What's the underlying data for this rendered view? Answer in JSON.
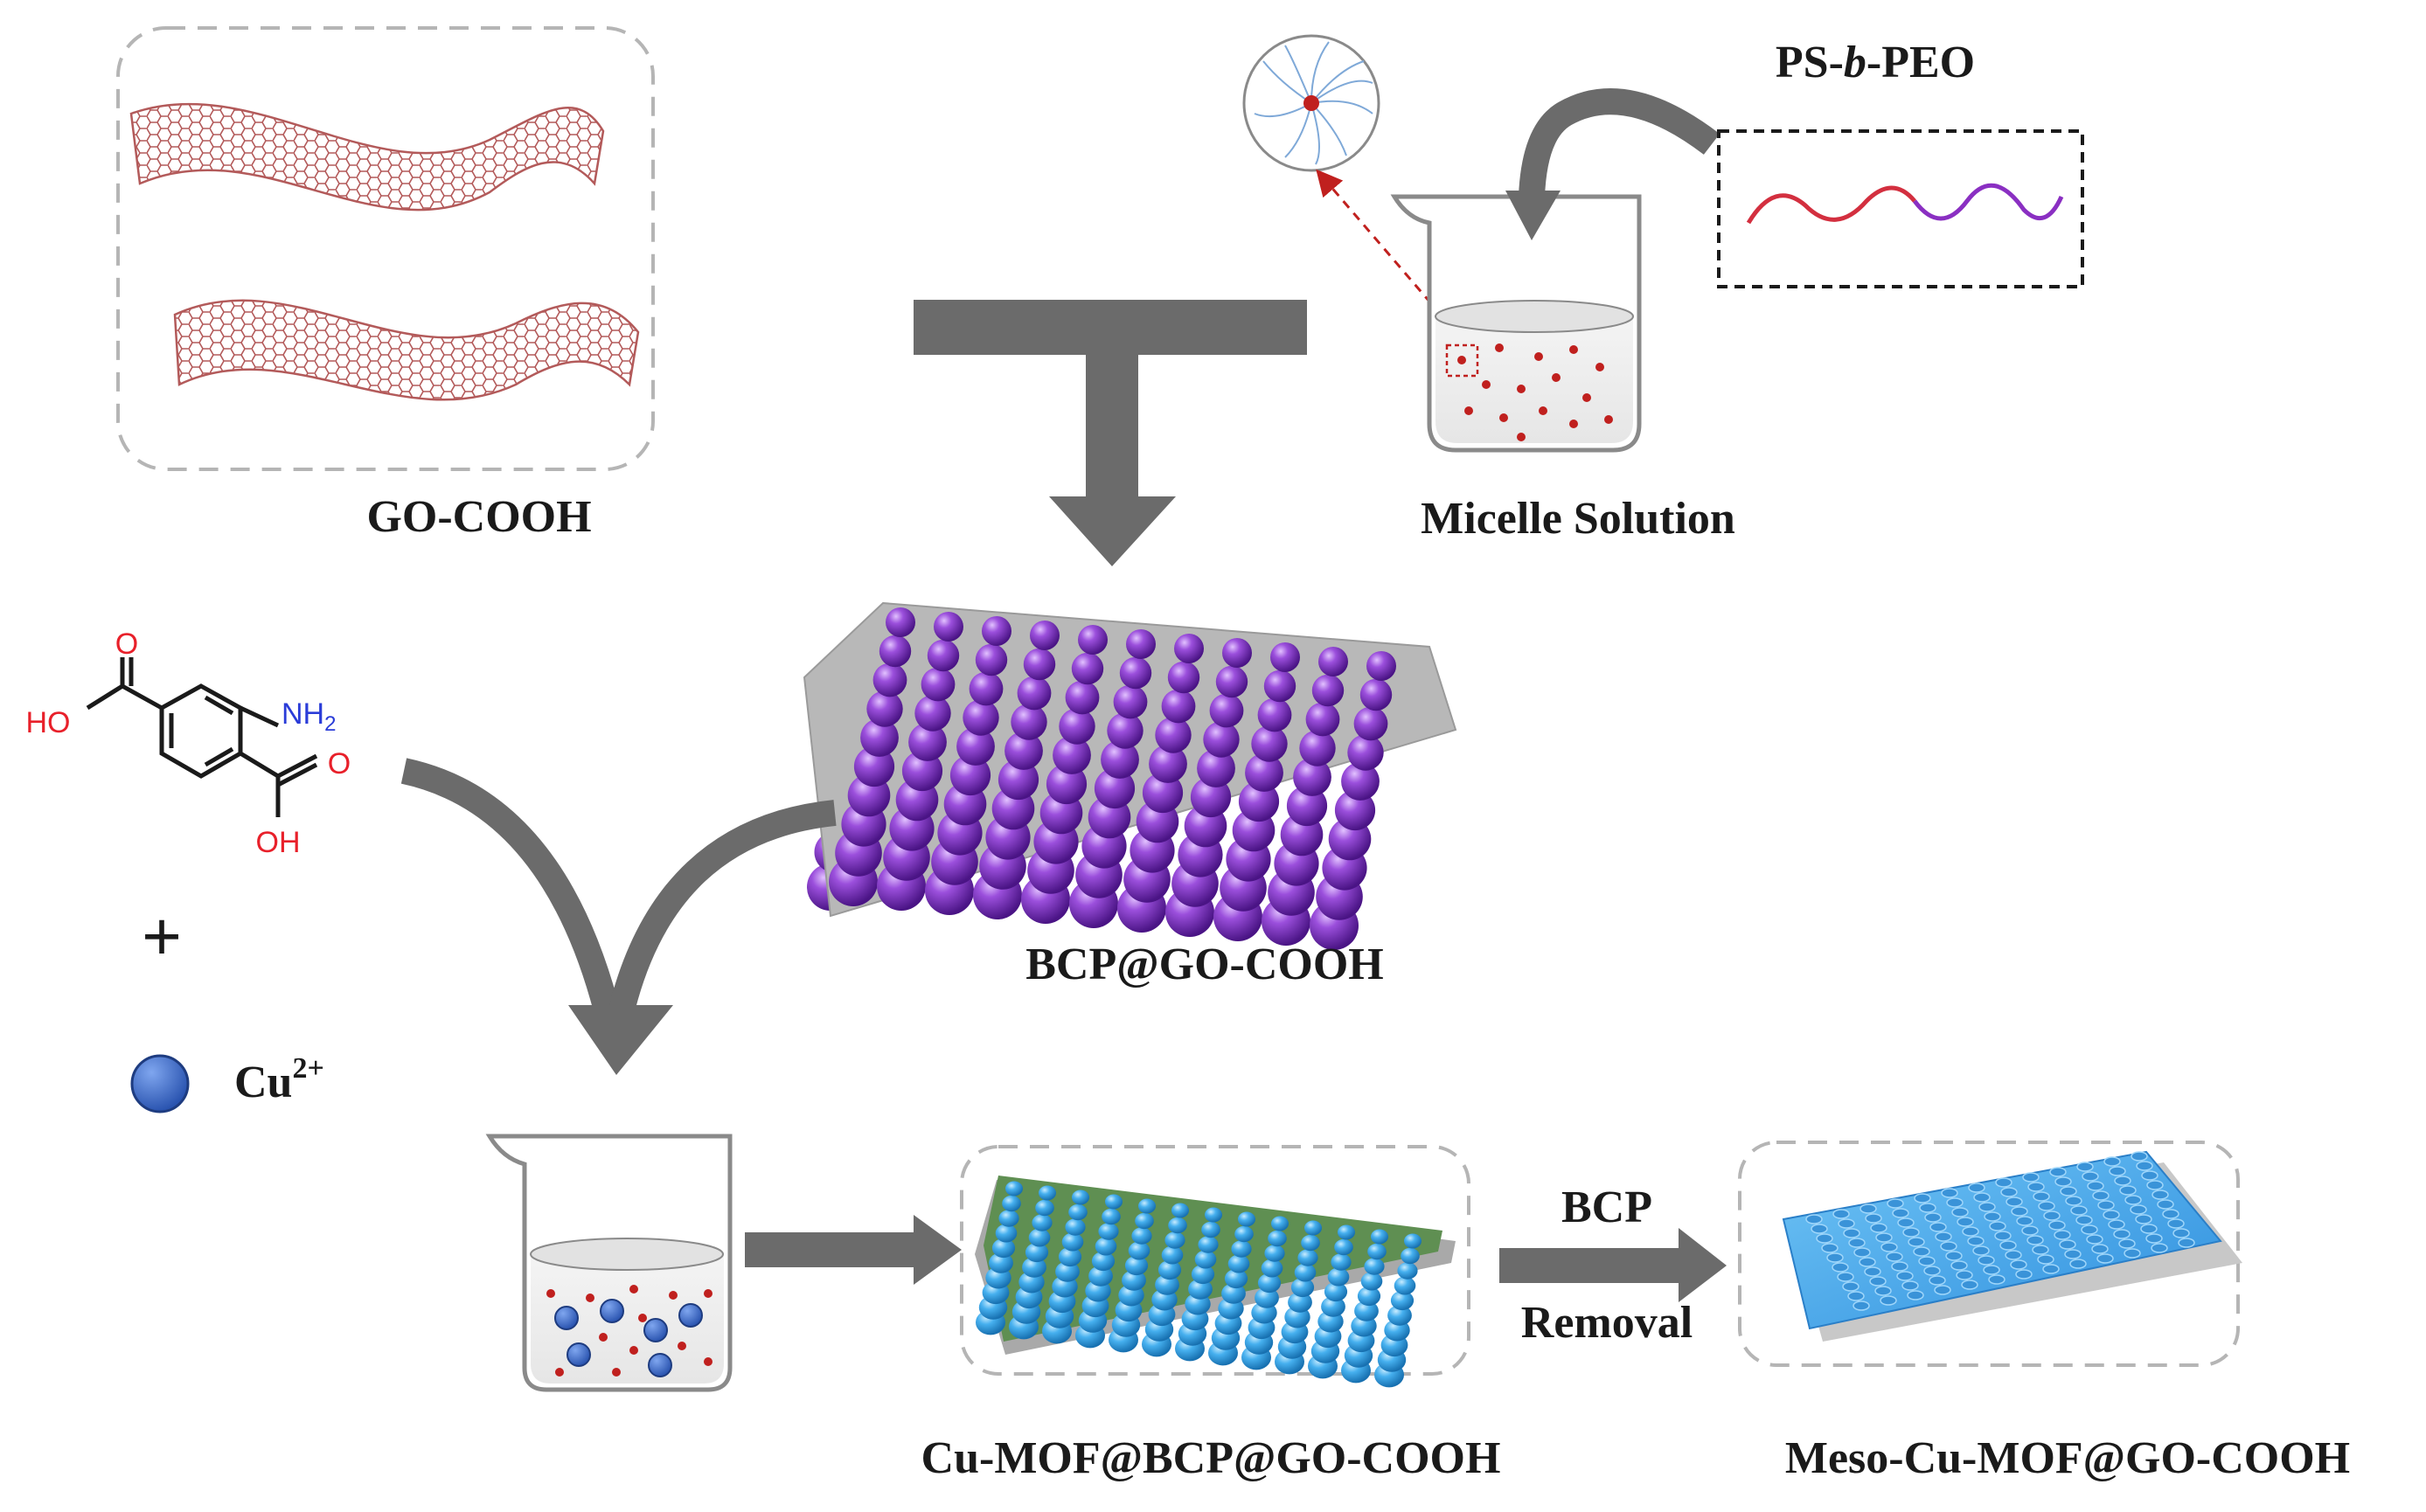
{
  "labels": {
    "go_cooh": "GO-COOH",
    "ps_b_peo_prefix": "PS-",
    "ps_b_peo_italic": "b",
    "ps_b_peo_suffix": "-PEO",
    "micelle_solution": "Micelle Solution",
    "bcp_go_cooh": "BCP@GO-COOH",
    "cu_ion": "Cu",
    "cu_charge": "2+",
    "plus": "+",
    "bcp_removal_top": "BCP",
    "bcp_removal_bottom": "Removal",
    "cu_mof_bcp_go_cooh": "Cu-MOF@BCP@GO-COOH",
    "meso_cu_mof_go_cooh": "Meso-Cu-MOF@GO-COOH"
  },
  "molecule": {
    "o_top": "O",
    "ho": "HO",
    "nh2_n": "NH",
    "nh2_sub": "2",
    "o_right": "O",
    "oh": "OH"
  },
  "colors": {
    "arrow": "#6b6b6b",
    "graphene": "#b35a5a",
    "micelle_dot": "#c0201e",
    "purple_sphere": "#7b2fbf",
    "blue_sphere": "#3b9fe0",
    "cu_ion": "#3566c4",
    "ps_block": "#d32f3f",
    "peo_block": "#8a2fc2",
    "oxygen": "#e8202a",
    "nitrogen": "#2a3cd8"
  }
}
